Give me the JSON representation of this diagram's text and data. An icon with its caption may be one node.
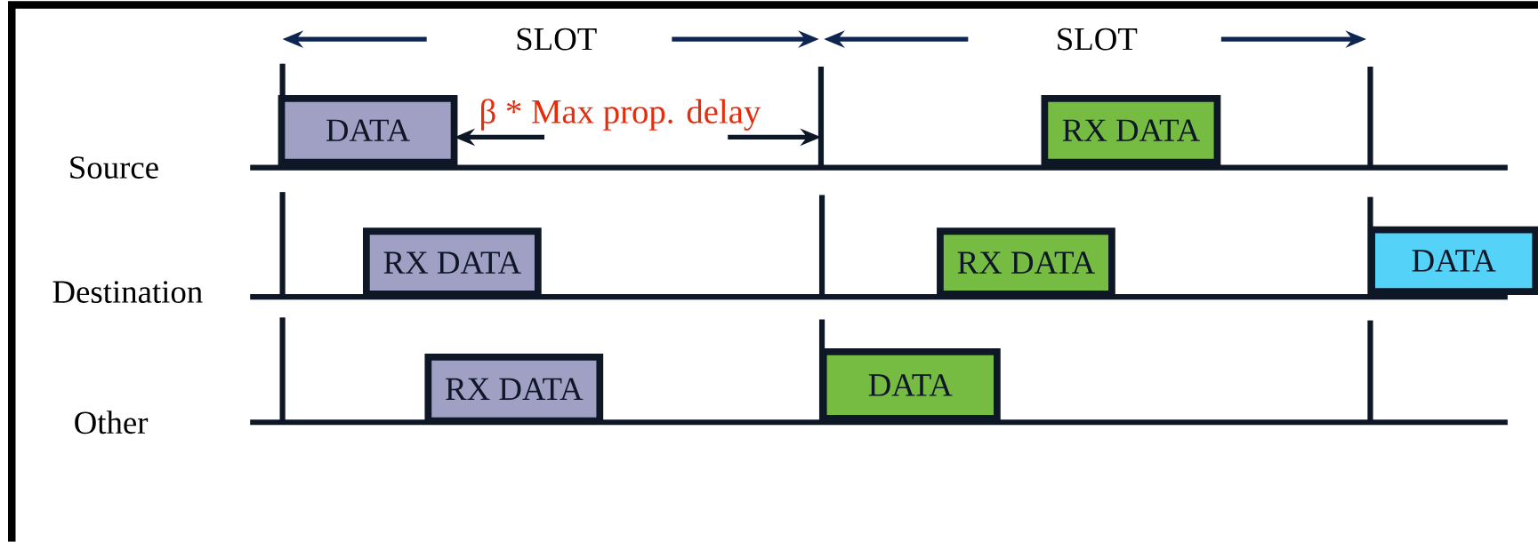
{
  "diagram": {
    "nodes": [
      {
        "text": [
          "DATA"
        ]
      },
      {
        "text": [
          "RX DATA"
        ]
      },
      {
        "text": [
          "RX DATA"
        ]
      },
      {
        "text": [
          "RX DATA"
        ]
      },
      {
        "text": [
          "DATA"
        ]
      },
      {
        "text": [
          "RX DATA"
        ]
      },
      {
        "text": [
          "DATA"
        ]
      }
    ],
    "labels": [
      "SLOT",
      "SLOT",
      "β * Max prop. delay",
      "Source",
      "Destination",
      "Other"
    ]
  }
}
